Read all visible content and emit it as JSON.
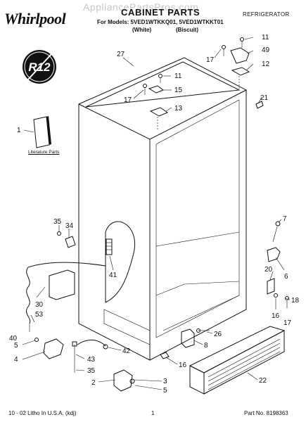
{
  "header": {
    "brand": "Whirlpool",
    "watermark": "AppliancePartsPros.com",
    "title": "CABINET PARTS",
    "models_line": "For Models: 5VED1WTKKQ01, 5VED1WTKKT01",
    "color_white": "(White)",
    "color_biscuit": "(Biscuit)",
    "category": "REFRIGERATOR"
  },
  "badge": {
    "text": "R12"
  },
  "literature": {
    "label": "Literature Parts"
  },
  "callouts": [
    "27",
    "11",
    "49",
    "12",
    "17",
    "11",
    "15",
    "17",
    "13",
    "21",
    "1",
    "7",
    "35",
    "34",
    "6",
    "20",
    "41",
    "30",
    "53",
    "40",
    "5",
    "4",
    "43",
    "35",
    "2",
    "3",
    "5",
    "42",
    "26",
    "8",
    "16",
    "18",
    "16",
    "17",
    "22"
  ],
  "footer": {
    "left": "10 - 02 Litho In U.S.A. (kdj)",
    "page": "1",
    "part_no": "Part No. 8198363"
  },
  "colors": {
    "ink": "#111111",
    "watermark": "#c8c8c8",
    "background": "#ffffff"
  }
}
